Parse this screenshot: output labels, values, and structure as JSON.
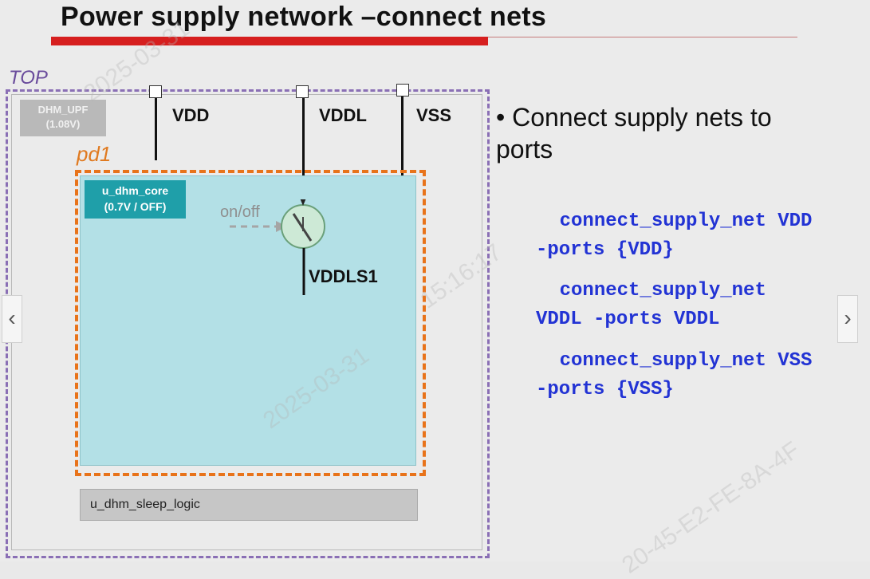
{
  "slide": {
    "title": "Power supply network –connect nets",
    "diagram": {
      "top_label": "TOP",
      "top_upf": {
        "name": "DHM_UPF",
        "voltage": "(1.08V)"
      },
      "ports": [
        "VDD",
        "VDDL",
        "VSS"
      ],
      "pd1_label": "pd1",
      "core": {
        "name": "u_dhm_core",
        "voltage": "(0.7V / OFF)"
      },
      "switch_control": "on/off",
      "switched_net": "VDDLS1",
      "sleep_logic": "u_dhm_sleep_logic"
    },
    "bullet": "Connect supply nets to ports",
    "commands": [
      {
        "line1": "connect_supply_net VDD",
        "line2": "-ports {VDD}"
      },
      {
        "line1": "connect_supply_net",
        "line2": "VDDL -ports VDDL"
      },
      {
        "line1": "connect_supply_net VSS",
        "line2": "-ports {VSS}"
      }
    ]
  },
  "nav": {
    "prev": "‹",
    "next": "›"
  },
  "watermarks": [
    "2025-03-31",
    "15:16:17",
    "2025-03-31",
    "20-45-E2-FE-8A-4F"
  ]
}
